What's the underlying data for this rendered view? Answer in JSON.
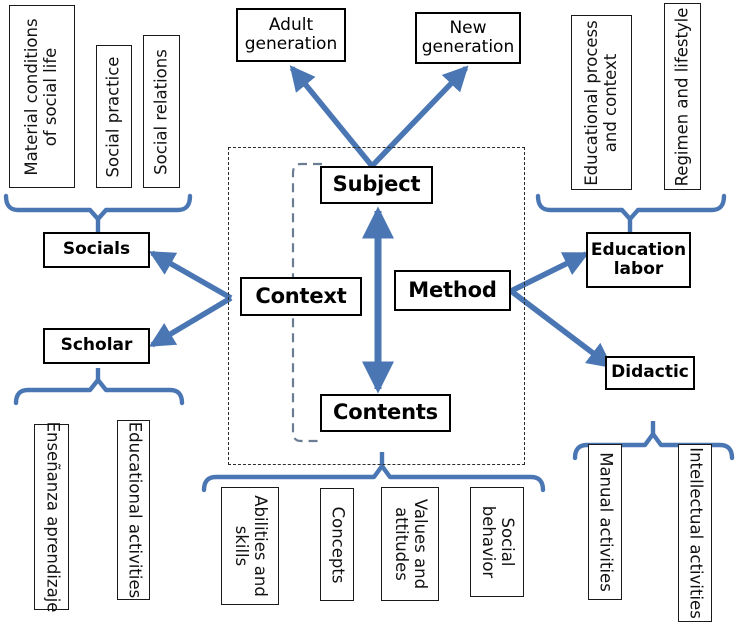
{
  "diagram": {
    "title": "Educational process conceptual diagram",
    "accent_color": "#4a77b4",
    "box_border_color": "#000000",
    "background_color": "#ffffff",
    "dashed_frame_color": "#2b2b2b"
  },
  "core_nodes": {
    "subject": "Subject",
    "contents": "Contents",
    "context": "Context",
    "method": "Method"
  },
  "top_nodes": {
    "adult_generation": "Adult\ngeneration",
    "adult_generation_line1": "Adult",
    "adult_generation_line2": "generation",
    "new_generation_line1": "New",
    "new_generation_line2": "generation"
  },
  "left_nodes": {
    "socials": "Socials",
    "scholar": "Scholar"
  },
  "right_nodes": {
    "education_labor_line1": "Education",
    "education_labor_line2": "labor",
    "didactic": "Didactic"
  },
  "top_left_group": {
    "parent": "Socials",
    "items": [
      "Material conditions of social life",
      "Social practice",
      "Social relations"
    ],
    "items_lines": [
      [
        "Material conditions",
        "of social life"
      ],
      [
        "Social practice"
      ],
      [
        "Social relations"
      ]
    ]
  },
  "top_right_group": {
    "parent": "Education labor",
    "items": [
      "Educational process and context",
      "Regimen and lifestyle"
    ],
    "items_lines": [
      [
        "Educational process",
        "and context"
      ],
      [
        "Regimen and lifestyle"
      ]
    ]
  },
  "bottom_left_group": {
    "parent": "Scholar",
    "items": [
      "Enseñanza aprendizaje",
      "Educational activities"
    ],
    "items_lines": [
      [
        "Enseñanza aprendizaje"
      ],
      [
        "Educational activities"
      ]
    ]
  },
  "bottom_center_group": {
    "parent": "Contents",
    "items": [
      "Abilities and skills",
      "Concepts",
      "Values and attitudes",
      "Social behavior"
    ],
    "items_lines": [
      [
        "Abilities and",
        "skills"
      ],
      [
        "Concepts"
      ],
      [
        "Values and",
        "attitudes"
      ],
      [
        "Social",
        "behavior"
      ]
    ]
  },
  "bottom_right_group": {
    "parent": "Didactic",
    "items": [
      "Manual activities",
      "Intellectual activities"
    ],
    "items_lines": [
      [
        "Manual activities"
      ],
      [
        "Intellectual activities"
      ]
    ]
  },
  "connections": [
    {
      "from": "Subject",
      "to": "Adult generation",
      "style": "arrow"
    },
    {
      "from": "Subject",
      "to": "New generation",
      "style": "arrow"
    },
    {
      "from": "Subject",
      "to": "Contents",
      "style": "double-arrow"
    },
    {
      "from": "Subject",
      "to": "Contents",
      "style": "dashed-link"
    },
    {
      "from": "Context",
      "to": "Socials",
      "style": "arrow"
    },
    {
      "from": "Context",
      "to": "Scholar",
      "style": "arrow"
    },
    {
      "from": "Method",
      "to": "Education labor",
      "style": "arrow"
    },
    {
      "from": "Method",
      "to": "Didactic",
      "style": "arrow"
    },
    {
      "from": "Socials",
      "to": "top-left-group",
      "style": "brace"
    },
    {
      "from": "Scholar",
      "to": "bottom-left-group",
      "style": "brace"
    },
    {
      "from": "Education labor",
      "to": "top-right-group",
      "style": "brace"
    },
    {
      "from": "Didactic",
      "to": "bottom-right-group",
      "style": "brace"
    },
    {
      "from": "Contents",
      "to": "bottom-center-group",
      "style": "brace"
    }
  ]
}
